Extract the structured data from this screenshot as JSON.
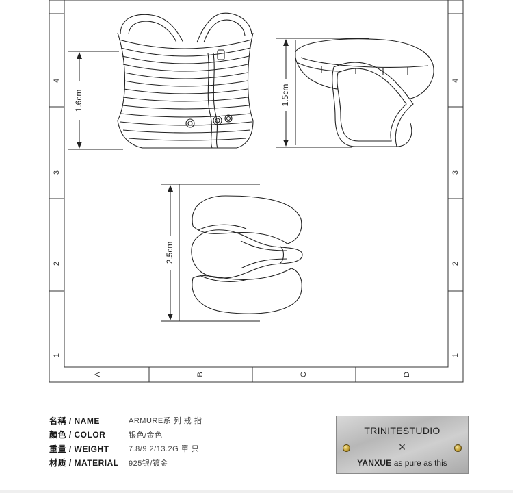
{
  "grid": {
    "left_labels": [
      "4",
      "3",
      "2",
      "1"
    ],
    "right_labels": [
      "4",
      "3",
      "2",
      "1"
    ],
    "bottom_labels": [
      "A",
      "B",
      "C",
      "D"
    ]
  },
  "dimensions": {
    "front_height": "1.6cm",
    "side_height": "1.5cm",
    "top_width": "2.5cm"
  },
  "specs": [
    {
      "label": "名稱 / NAME",
      "value": "ARMURE系 列 戒 指"
    },
    {
      "label": "顏色 / COLOR",
      "value": "银色/金色"
    },
    {
      "label": "重量 / WEIGHT",
      "value": "7.8/9.2/13.2G 單 只"
    },
    {
      "label": "材质 / MATERIAL",
      "value": "925银/镀金"
    }
  ],
  "plate": {
    "brand_top": "TRINITESTUDIO",
    "separator": "×",
    "brand_bottom": "YANXUE",
    "tagline": "as pure as this"
  }
}
